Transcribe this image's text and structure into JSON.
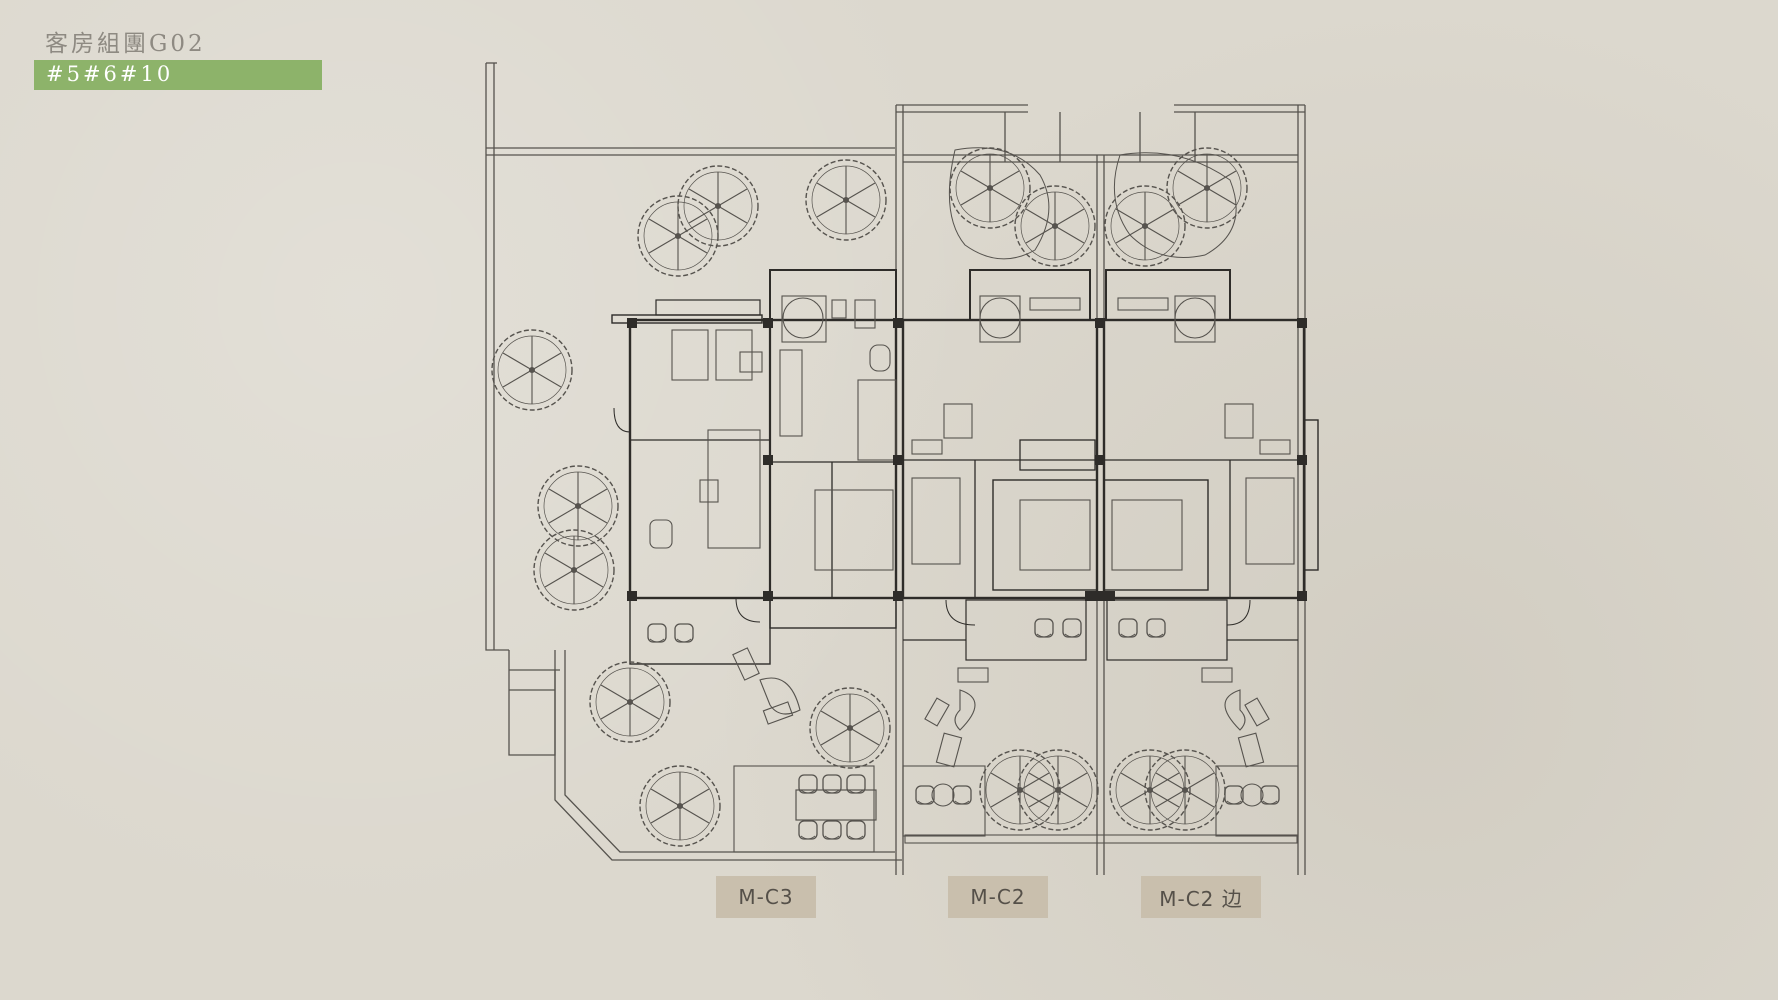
{
  "header": {
    "title": "客房組團G02",
    "code": "#5#6#10",
    "accent_color": "#8db36a"
  },
  "units": [
    {
      "label": "M-C3"
    },
    {
      "label": "M-C2"
    },
    {
      "label": "M-C2 边"
    }
  ],
  "plan": {
    "line_color": "#56534e",
    "wall_color": "#2e2c29"
  }
}
